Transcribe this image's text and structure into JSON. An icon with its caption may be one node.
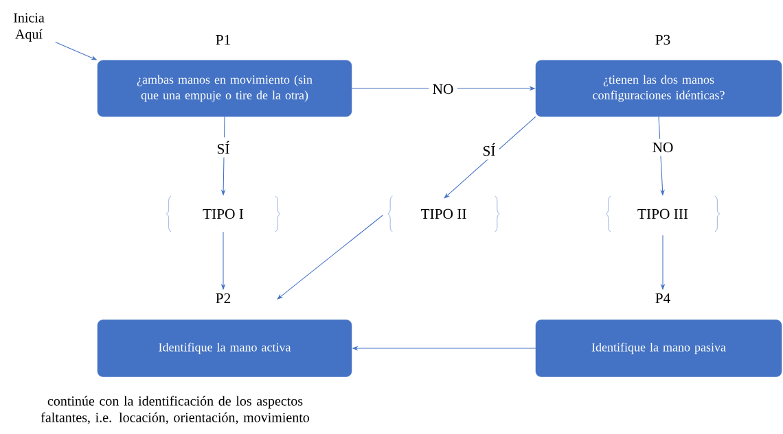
{
  "diagram": {
    "nodes": [
      {
        "text": [
          "Inicia Aquí"
        ]
      },
      {
        "text": [
          "P1",
          "¿ambas manos en movimiento (sin que una empuje o tire de la otra)"
        ]
      },
      {
        "text": [
          "P3",
          "¿tienen las dos manos configuraciones idénticas?"
        ]
      },
      {
        "text": [
          "TIPO I"
        ]
      },
      {
        "text": [
          "TIPO II"
        ]
      },
      {
        "text": [
          "TIPO III"
        ]
      },
      {
        "text": [
          "P2",
          "Identifique la mano activa"
        ]
      },
      {
        "text": [
          "P4",
          "Identifique la mano pasiva"
        ]
      }
    ],
    "edges": [
      {
        "from": 0,
        "to": 1,
        "arrow": "to"
      },
      {
        "from": 1,
        "to": 2,
        "arrow": "to",
        "label": "NO"
      },
      {
        "from": 1,
        "to": 3,
        "arrow": "to",
        "label": "SÍ"
      },
      {
        "from": 2,
        "to": 4,
        "arrow": "to",
        "label": "SÍ"
      },
      {
        "from": 2,
        "to": 5,
        "arrow": "to",
        "label": "NO"
      },
      {
        "from": 3,
        "to": 6,
        "arrow": "to"
      },
      {
        "from": 4,
        "to": 6,
        "arrow": "to"
      },
      {
        "from": 5,
        "to": 7,
        "arrow": "to"
      },
      {
        "from": 7,
        "to": 6,
        "arrow": "to"
      }
    ],
    "labels": [
      "continúe con la identificación de los aspectos faltantes, i.e. locación, orientación, movimiento"
    ]
  }
}
